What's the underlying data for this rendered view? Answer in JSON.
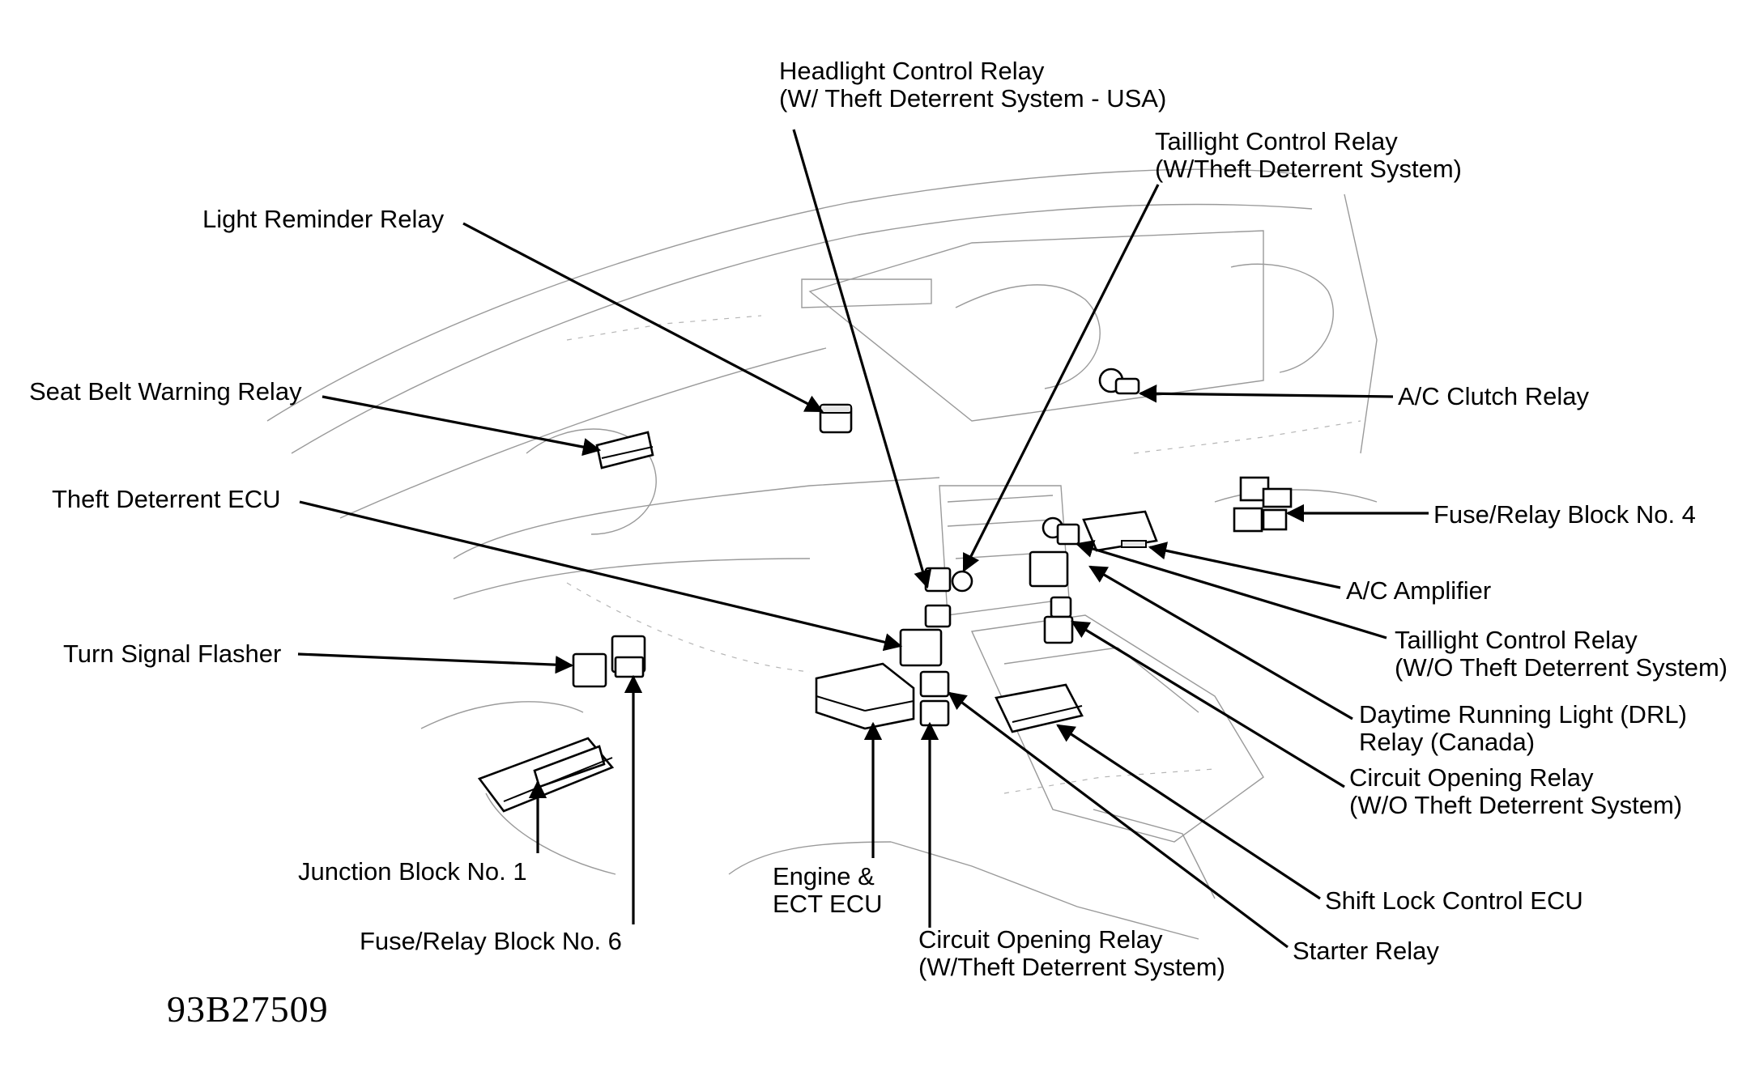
{
  "labels": {
    "headlight_control_relay": [
      "Headlight Control Relay",
      "(W/ Theft Deterrent System  -  USA)"
    ],
    "taillight_control_relay_w": [
      "Taillight Control Relay",
      "(W/Theft Deterrent System)"
    ],
    "light_reminder_relay": "Light Reminder Relay",
    "seat_belt_warning_relay": "Seat Belt Warning Relay",
    "ac_clutch_relay": "A/C Clutch Relay",
    "theft_deterrent_ecu": "Theft Deterrent ECU",
    "fuse_relay_block_4": "Fuse/Relay Block No. 4",
    "ac_amplifier": "A/C Amplifier",
    "turn_signal_flasher": "Turn Signal Flasher",
    "taillight_control_relay_wo": [
      "Taillight Control Relay",
      "(W/O Theft Deterrent System)"
    ],
    "drl_relay": [
      "Daytime Running Light (DRL)",
      "Relay (Canada)"
    ],
    "circuit_opening_relay_wo": [
      "Circuit Opening Relay",
      "(W/O Theft Deterrent System)"
    ],
    "junction_block_1": "Junction Block No. 1",
    "engine_ect_ecu": [
      "Engine &",
      "ECT ECU"
    ],
    "shift_lock_control_ecu": "Shift Lock Control ECU",
    "fuse_relay_block_6": "Fuse/Relay Block No. 6",
    "circuit_opening_relay_w": [
      "Circuit Opening Relay",
      "(W/Theft Deterrent System)"
    ],
    "starter_relay": "Starter Relay"
  },
  "figure_code": "93B27509"
}
